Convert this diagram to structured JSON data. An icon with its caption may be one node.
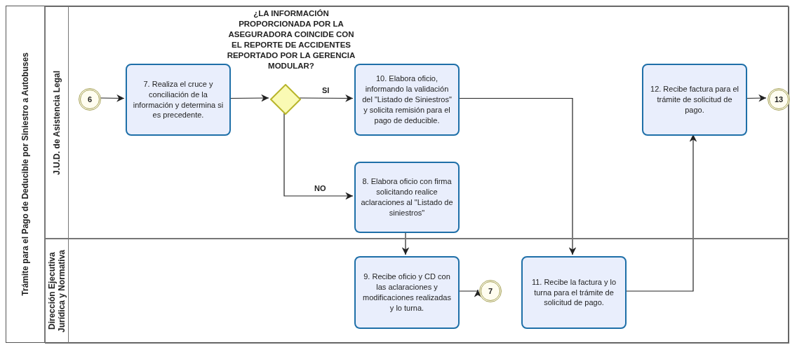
{
  "diagram": {
    "nodes": [
      {
        "text": [
          "Trámite para el Pago de Deducible por Siniestro a Autobuses"
        ]
      },
      {
        "text": [
          "J.U.D. de Asistencia Legal"
        ],
        "in": 0
      },
      {
        "text": [
          "Dirección Ejecutiva Jurídica y Normativa"
        ],
        "in": 0
      },
      {
        "text": [
          "6"
        ],
        "in": 1
      },
      {
        "text": [
          "7. Realiza el cruce y conciliación de la información y determina si es precedente."
        ],
        "in": 1
      },
      {
        "text": [
          "¿LA INFORMACIÓN PROPORCIONADA POR LA ASEGURADORA COINCIDE CON EL REPORTE DE ACCIDENTES REPORTADO POR LA GERENCIA MODULAR?"
        ],
        "in": 1
      },
      {
        "text": [
          "10. Elabora oficio, informando la validación del \"Listado de Siniestros\" y solicita remisión para el pago de deducible."
        ],
        "in": 1
      },
      {
        "text": [
          "8. Elabora oficio con firma solicitando realice aclaraciones al \"Listado de siniestros\""
        ],
        "in": 1
      },
      {
        "text": [
          "12. Recibe factura para el trámite de solicitud de pago."
        ],
        "in": 1
      },
      {
        "text": [
          "13"
        ],
        "in": 1
      },
      {
        "text": [
          "9. Recibe oficio y CD con las aclaraciones y modificaciones realizadas y lo turna."
        ],
        "in": 2
      },
      {
        "text": [
          "7"
        ],
        "in": 2
      },
      {
        "text": [
          "11. Recibe la factura y lo turna para el trámite de solicitud de pago."
        ],
        "in": 2
      }
    ],
    "edges": [
      {
        "from": 3,
        "to": 4,
        "arrow": "to"
      },
      {
        "from": 4,
        "to": 5,
        "arrow": "to"
      },
      {
        "from": 5,
        "to": 6,
        "label": "SI",
        "arrow": "to"
      },
      {
        "from": 5,
        "to": 7,
        "label": "NO",
        "arrow": "to"
      },
      {
        "from": 6,
        "to": 12,
        "arrow": "to"
      },
      {
        "from": 7,
        "to": 10,
        "arrow": "to"
      },
      {
        "from": 10,
        "to": 11,
        "arrow": "to"
      },
      {
        "from": 12,
        "to": 8,
        "arrow": "to"
      },
      {
        "from": 8,
        "to": 9,
        "arrow": "to"
      }
    ]
  }
}
